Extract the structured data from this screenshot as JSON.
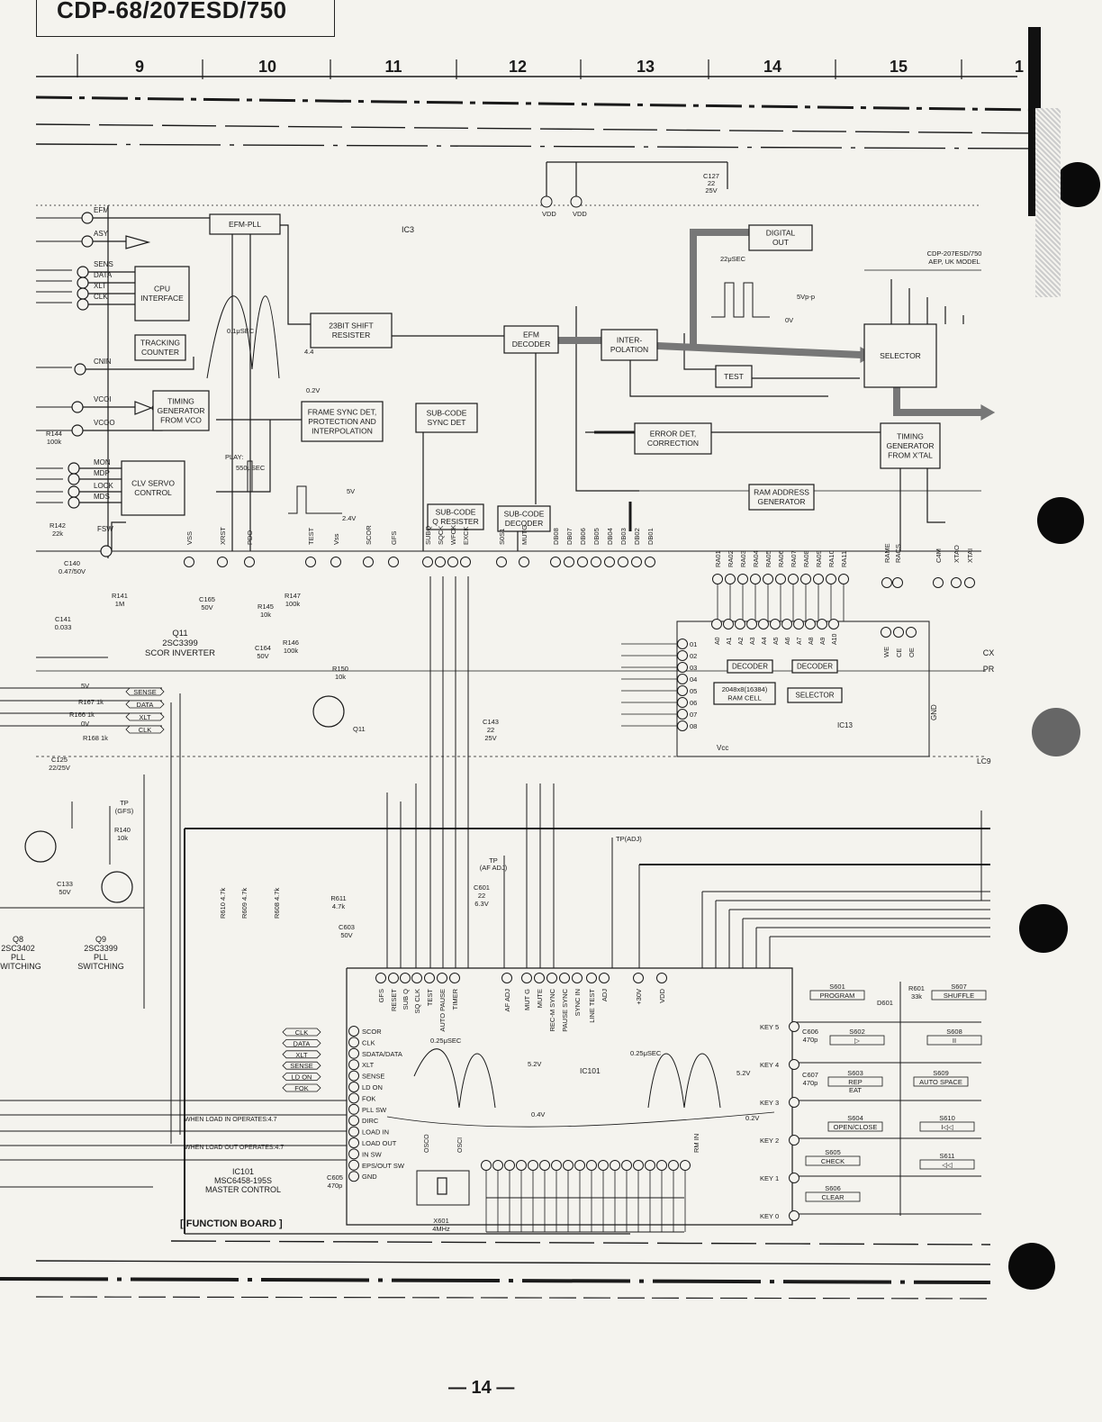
{
  "header": {
    "model": "CDP-68/207ESD/750"
  },
  "page": {
    "number": "— 14 —"
  },
  "grid_columns": [
    "9",
    "10",
    "11",
    "12",
    "13",
    "14",
    "15",
    "1"
  ],
  "ic3": {
    "label": "IC3",
    "blocks": {
      "efm_pll": "EFM-PLL",
      "cpu_interface": [
        "CPU",
        "INTERFACE"
      ],
      "tracking_counter": [
        "TRACKING",
        "COUNTER"
      ],
      "timing_gen_vco": [
        "TIMING",
        "GENERATOR",
        "FROM VCO"
      ],
      "clv_servo": [
        "CLV SERVO",
        "CONTROL"
      ],
      "shift_register": [
        "23BIT SHIFT",
        "RESISTER"
      ],
      "frame_sync": [
        "FRAME SYNC DET,",
        "PROTECTION AND",
        "INTERPOLATION"
      ],
      "subcode_sync": [
        "SUB-CODE",
        "SYNC DET"
      ],
      "efm_decoder": [
        "EFM",
        "DECODER"
      ],
      "interpolation": [
        "INTER-",
        "POLATION"
      ],
      "digital_out": [
        "DIGITAL",
        "OUT"
      ],
      "selector": "SELECTOR",
      "test": "TEST",
      "error_det": [
        "ERROR DET,",
        "CORRECTION"
      ],
      "timing_gen_xtal": [
        "TIMING",
        "GENERATOR",
        "FROM X'TAL"
      ],
      "ram_address_gen": [
        "RAM ADDRESS",
        "GENERATOR"
      ],
      "subcode_q": [
        "SUB-CODE",
        "Q RESISTER"
      ],
      "subcode_decoder": [
        "SUB-CODE",
        "DECODER"
      ]
    },
    "left_pins": [
      "EFM",
      "ASY",
      "SENS",
      "DATA",
      "XLT",
      "CLK",
      "CNIN",
      "VCOI",
      "VCOO",
      "MON",
      "MDP",
      "LOCK",
      "MDS",
      "FSW"
    ],
    "bottom_pins": [
      "VSS",
      "XRST",
      "PDO",
      "TEST",
      "Vss",
      "SCOR",
      "GFS",
      "SUBQ",
      "SQCK",
      "WFCK",
      "EXCK",
      "S0S1",
      "MUTG",
      "DB08",
      "DB07",
      "DB06",
      "DB05",
      "DB04",
      "DB03",
      "DB02",
      "DB01"
    ],
    "ram_pins": [
      "RA01",
      "RA02",
      "RA03",
      "RA04",
      "RA05",
      "RA06",
      "RA07",
      "RA08",
      "RA09",
      "RA10",
      "RA11"
    ],
    "right_pins": [
      "RAME",
      "RACS",
      "C4M",
      "XTAO",
      "XTAI"
    ],
    "top_pins": [
      "VDD",
      "VDD"
    ],
    "spec_note": [
      "CDP-207ESD/750",
      "AEP, UK MODEL"
    ],
    "waves": {
      "w1": "0.1μSEC",
      "w2": "22μSEC",
      "w3": "5Vp-p",
      "w4": "PLAY:",
      "w5": "550μSEC",
      "v1": "4.4",
      "v2": "0.2V",
      "v3": "5V",
      "v4": "2.4V",
      "v5": "0V"
    }
  },
  "ic13": {
    "label": "IC13",
    "blocks": {
      "dec1": "DECODER",
      "dec2": "DECODER",
      "ram": [
        "2048x8(16384)",
        "RAM CELL"
      ],
      "selector": "SELECTOR"
    },
    "addr_pins": [
      "A0",
      "A1",
      "A2",
      "A3",
      "A4",
      "A5",
      "A6",
      "A7",
      "A8",
      "A9",
      "A10"
    ],
    "io_pins": [
      "01",
      "02",
      "03",
      "04",
      "05",
      "06",
      "07",
      "08"
    ],
    "ctrl_pins": [
      "WE",
      "CE",
      "OE"
    ],
    "vcc": "Vcc",
    "gnd": "GND"
  },
  "parts": {
    "c127": [
      "C127",
      "22",
      "25V"
    ],
    "r144": [
      "R144",
      "100k"
    ],
    "r142": [
      "R142",
      "22k"
    ],
    "c140": [
      "C140",
      "0.47/50V"
    ],
    "r141": [
      "R141",
      "1M"
    ],
    "c141": [
      "C141",
      "0.033"
    ],
    "c165": [
      "C165",
      "50V"
    ],
    "r145": [
      "R145",
      "10k"
    ],
    "r147": [
      "R147",
      "100k"
    ],
    "c164": [
      "C164",
      "50V"
    ],
    "r146": [
      "R146",
      "100k"
    ],
    "r150": [
      "R150",
      "10k"
    ],
    "q11": [
      "Q11",
      "2SC3399",
      "SCOR INVERTER"
    ],
    "q11_small": "Q11",
    "c143": [
      "C143",
      "22",
      "25V"
    ],
    "r167": "R167 1k",
    "r166": "R166 1k",
    "r168": "R168 1k",
    "c125": [
      "C125",
      "22/25V"
    ],
    "r140": [
      "R140",
      "10k"
    ],
    "tp_gfs": [
      "TP",
      "(GFS)"
    ],
    "c133": [
      "C133",
      "50V"
    ],
    "q8": [
      "Q8",
      "2SC3402",
      "PLL",
      "SWITCHING"
    ],
    "q9": [
      "Q9",
      "2SC3399",
      "PLL",
      "SWITCHING"
    ],
    "cx": [
      "CX",
      "PR"
    ],
    "lc": "LC9"
  },
  "bus_labels": [
    "SENSE",
    "DATA",
    "XLT",
    "CLK"
  ],
  "bus_voltages": [
    "5V",
    "0V"
  ],
  "function_board": {
    "label": "[ FUNCTION BOARD ]",
    "ic101": [
      "IC101",
      "MSC6458-195S",
      "MASTER CONTROL"
    ],
    "ic101_center": "IC101",
    "tp_af": [
      "TP",
      "(AF ADJ)"
    ],
    "tp_adj": "TP(ADJ)",
    "r610": "R610 4.7k",
    "r609": "R609 4.7k",
    "r608": "R608 4.7k",
    "r611": [
      "R611",
      "4.7k"
    ],
    "c603": [
      "C603",
      "50V"
    ],
    "c601": [
      "C601",
      "22",
      "6.3V"
    ],
    "c605": [
      "C605",
      "470p"
    ],
    "x601": [
      "X601",
      "4MHz"
    ],
    "left_signals": [
      "SCOR",
      "CLK",
      "SDATA/DATA",
      "XLT",
      "SENSE",
      "LD ON",
      "FOK",
      "PLL SW",
      "DIRC",
      "LOAD IN",
      "LOAD OUT",
      "IN SW",
      "EPS/OUT SW",
      "GND"
    ],
    "left_bus": [
      "CLK",
      "DATA",
      "XLT",
      "SENSE",
      "LD ON",
      "FOK"
    ],
    "load_notes": [
      "WHEN LOAD IN OPERATES:4.7",
      "WHEN LOAD OUT OPERATES:4.7"
    ],
    "top_pins": [
      "GFS",
      "RESET",
      "SUB Q",
      "SQ CLK",
      "TEST",
      "AUTO PAUSE",
      "TIMER",
      "AF ADJ",
      "MUT G",
      "MUTE",
      "REC-M SYNC",
      "PAUSE SYNC",
      "SYNC IN",
      "LINE TEST",
      "ADJ",
      "+30V",
      "VDD"
    ],
    "keys": [
      "KEY 5",
      "KEY 4",
      "KEY 3",
      "KEY 2",
      "KEY 1",
      "KEY 0"
    ],
    "switches": {
      "s601": [
        "S601",
        "PROGRAM"
      ],
      "s602": [
        "S602",
        "▷"
      ],
      "s603": [
        "S603",
        "REP",
        "EAT"
      ],
      "s604": [
        "S604",
        "OPEN/CLOSE"
      ],
      "s605": [
        "S605",
        "CHECK"
      ],
      "s606": [
        "S606",
        "CLEAR"
      ],
      "s607": [
        "S607",
        "SHUFFLE"
      ],
      "s608": [
        "S608",
        "II"
      ],
      "s609": [
        "S609",
        "AUTO SPACE"
      ],
      "s610": [
        "S610",
        "I◁◁"
      ],
      "s611": [
        "S611",
        "◁◁"
      ]
    },
    "r601": [
      "R601",
      "33k"
    ],
    "d601": "D601",
    "c606": [
      "C606",
      "470p"
    ],
    "c607": [
      "C607",
      "470p"
    ],
    "osc": [
      "OSCO",
      "OSCI"
    ],
    "wave_labels": [
      "0.25μSEC",
      "5.2V",
      "0.4V",
      "0.25μSEC",
      "5.2V",
      "0.2V"
    ],
    "rm_in": "RM IN"
  },
  "colors": {
    "ink": "#1a1a1a",
    "paper": "#f4f3ee",
    "bus_gray": "#777777",
    "hole": "#0a0a0a"
  }
}
